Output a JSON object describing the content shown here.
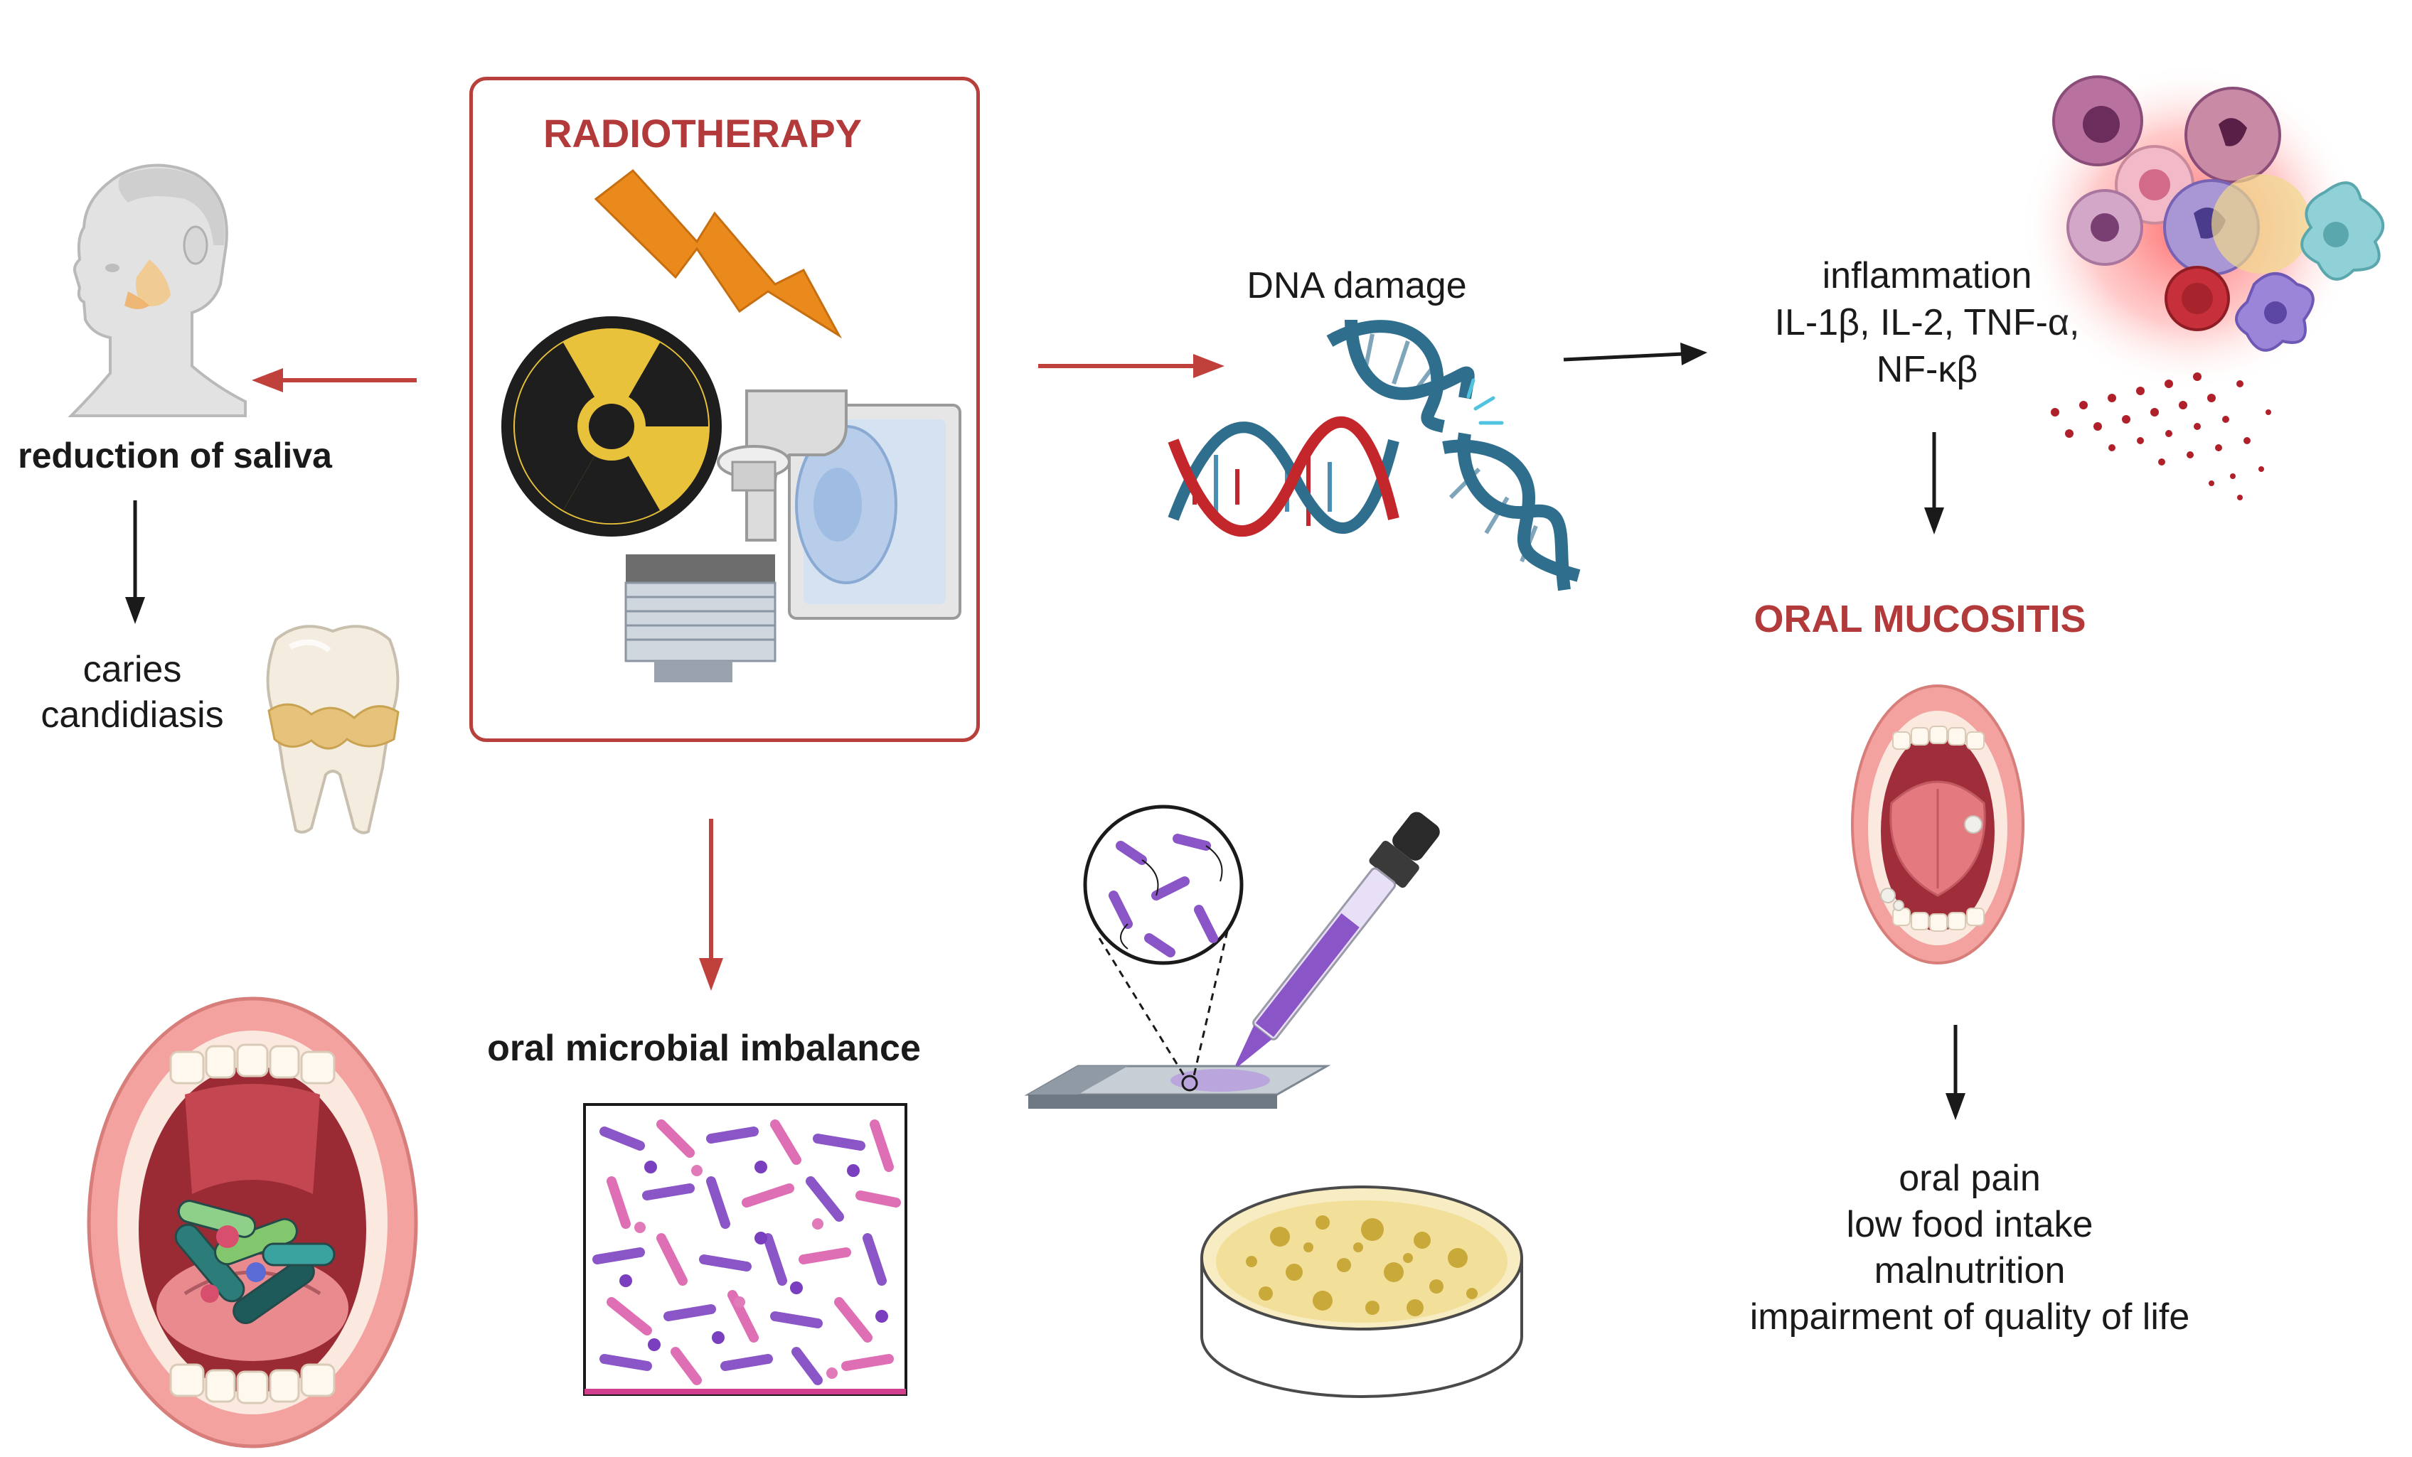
{
  "labels": {
    "radiotherapy": "RADIOTHERAPY",
    "reduction_of_saliva": "reduction of saliva",
    "caries": "caries",
    "candidiasis": "candidiasis",
    "dna_damage": "DNA damage",
    "inflammation": "inflammation",
    "cytokines_line1": "IL-1β, IL-2, TNF-α,",
    "cytokines_line2": "NF-κβ",
    "oral_mucositis": "ORAL MUCOSITIS",
    "oral_microbial_imbalance": "oral microbial imbalance",
    "oral_pain": "oral pain",
    "low_food_intake": "low food intake",
    "malnutrition": "malnutrition",
    "impairment_quality_of_life": "impairment of quality of life"
  },
  "colors": {
    "accent_red": "#b33a3a",
    "arrow_red": "#c0413c",
    "arrow_black": "#1a1a1a",
    "radiation_yellow": "#e9c23b",
    "lightning_orange": "#ea8a1c",
    "dna_blue": "#2f6e8c",
    "dna_red": "#c3262b",
    "bacteria_purple": "#8a55c7",
    "bacteria_pink": "#df6fb4"
  },
  "icons": [
    "head-profile-icon",
    "lightning-bolt-icon",
    "radiation-symbol-icon",
    "linear-accelerator-icon",
    "dna-helix-icon",
    "broken-dna-helix-icon",
    "immune-cells-icon",
    "tooth-with-plaque-icon",
    "open-mouth-bacteria-icon",
    "bacteria-micrograph-icon",
    "dropper-slide-icon",
    "petri-dish-icon",
    "open-mouth-mucositis-icon"
  ]
}
